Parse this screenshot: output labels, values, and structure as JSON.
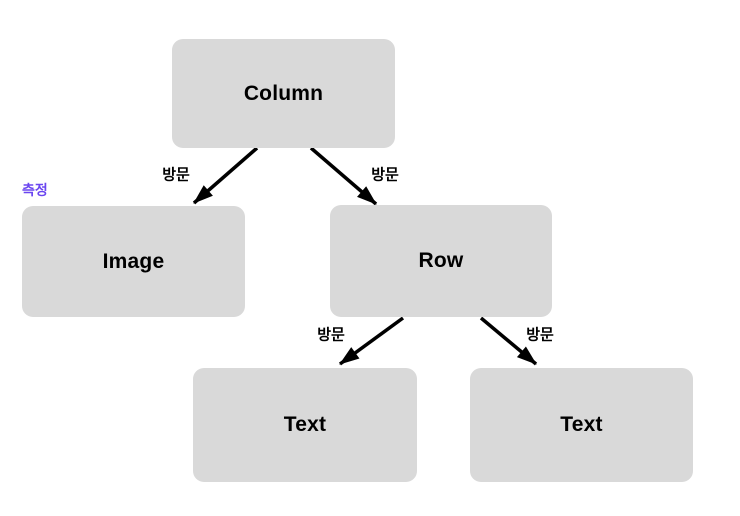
{
  "diagram": {
    "type": "flowchart-tree",
    "direction": "top-down",
    "nodes": [
      {
        "id": "column",
        "label": "Column"
      },
      {
        "id": "image",
        "label": "Image"
      },
      {
        "id": "row",
        "label": "Row"
      },
      {
        "id": "text1",
        "label": "Text"
      },
      {
        "id": "text2",
        "label": "Text"
      }
    ],
    "edges": [
      {
        "from": "column",
        "to": "image",
        "label": "방문"
      },
      {
        "from": "column",
        "to": "row",
        "label": "방문"
      },
      {
        "from": "row",
        "to": "text1",
        "label": "방문"
      },
      {
        "from": "row",
        "to": "text2",
        "label": "방문"
      }
    ],
    "annotation": {
      "label": "측정",
      "color": "#6b46f0"
    },
    "colors": {
      "background": "#ffffff",
      "node_fill": "#d9d9d9",
      "node_text": "#000000",
      "edge_stroke": "#000000",
      "edge_label_text": "#000000"
    }
  }
}
